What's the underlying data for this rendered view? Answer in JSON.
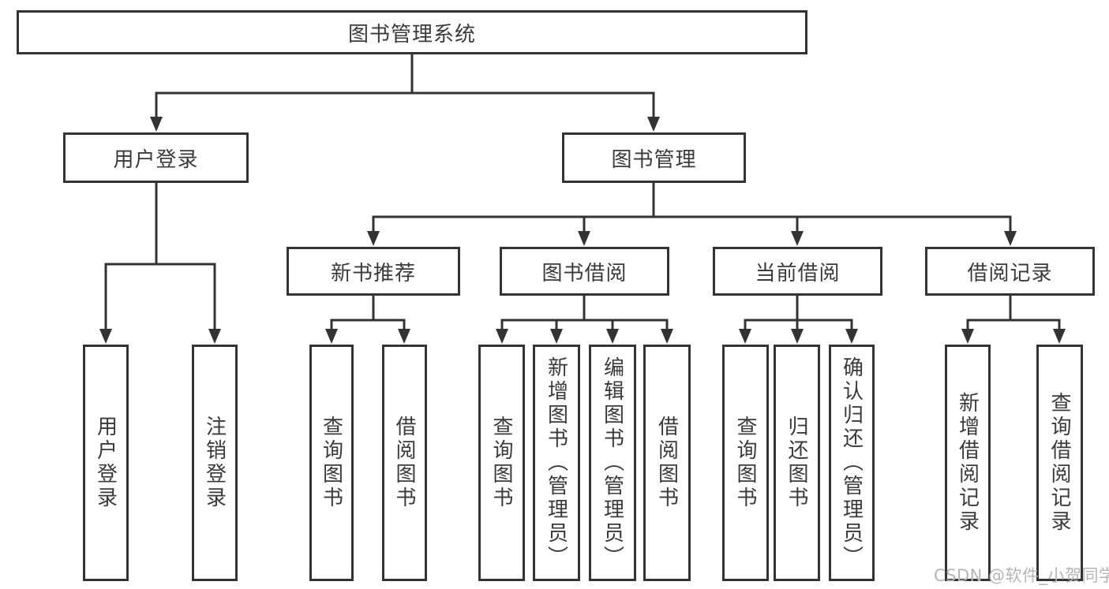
{
  "tree": {
    "root": {
      "label": "图书管理系统"
    },
    "children": [
      {
        "label": "用户登录",
        "children": [
          {
            "label": "用户登录"
          },
          {
            "label": "注销登录"
          }
        ]
      },
      {
        "label": "图书管理",
        "children": [
          {
            "label": "新书推荐",
            "children": [
              {
                "label": "查询图书"
              },
              {
                "label": "借阅图书"
              }
            ]
          },
          {
            "label": "图书借阅",
            "children": [
              {
                "label": "查询图书"
              },
              {
                "label": "新增图书（管理员）"
              },
              {
                "label": "编辑图书（管理员）"
              },
              {
                "label": "借阅图书"
              }
            ]
          },
          {
            "label": "当前借阅",
            "children": [
              {
                "label": "查询图书"
              },
              {
                "label": "归还图书"
              },
              {
                "label": "确认归还（管理员）"
              }
            ]
          },
          {
            "label": "借阅记录",
            "children": [
              {
                "label": "新增借阅记录"
              },
              {
                "label": "查询借阅记录"
              }
            ]
          }
        ]
      }
    ]
  },
  "watermark": {
    "text": "CSDN @软件_小贺同学"
  },
  "colors": {
    "line": "#333333",
    "box_border": "#333333",
    "text": "#3a3a3a",
    "watermark": "#b5b5b5",
    "background": "#ffffff"
  }
}
